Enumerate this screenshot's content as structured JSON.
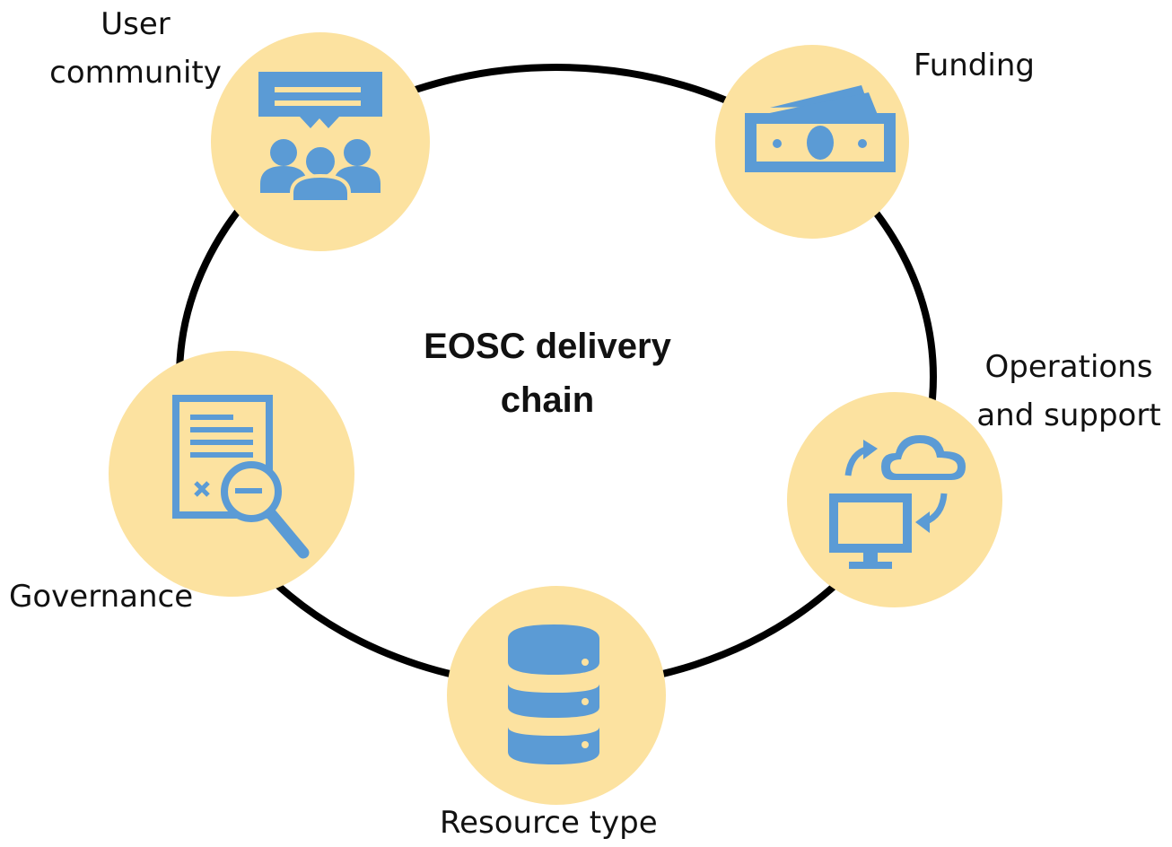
{
  "center": {
    "title": "EOSC delivery\nchain"
  },
  "nodes": [
    {
      "id": "user-community",
      "label": "User\ncommunity",
      "icon": "user-community-icon"
    },
    {
      "id": "funding",
      "label": "Funding",
      "icon": "money-icon"
    },
    {
      "id": "operations-support",
      "label": "Operations\nand support",
      "icon": "cloud-sync-icon"
    },
    {
      "id": "resource-type",
      "label": "Resource type",
      "icon": "database-icon"
    },
    {
      "id": "governance",
      "label": "Governance",
      "icon": "document-search-icon"
    }
  ],
  "colors": {
    "node_fill": "#fce2a0",
    "icon": "#5b9bd5",
    "ring": "#000000"
  }
}
